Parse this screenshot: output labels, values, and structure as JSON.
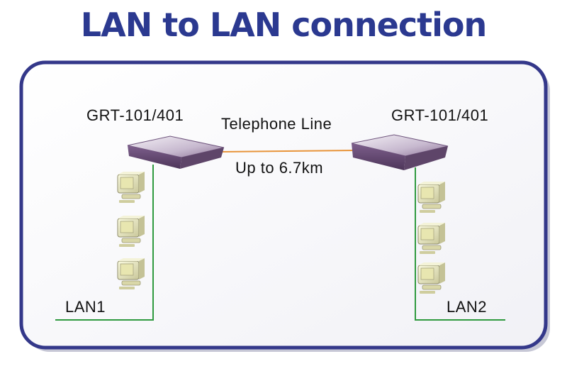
{
  "title": "LAN to LAN connection",
  "devices": {
    "left_model": "GRT-101/401",
    "right_model": "GRT-101/401"
  },
  "link": {
    "type_label": "Telephone Line",
    "distance_label": "Up to 6.7km"
  },
  "lans": {
    "left_label": "LAN1",
    "right_label": "LAN2"
  },
  "colors": {
    "title": "#2b3990",
    "frame_border": "#34388a",
    "lan_line": "#2f9a3f",
    "phone_line": "#e8943a",
    "router": "#8c6f9c",
    "pc": "#e8e6b0"
  }
}
